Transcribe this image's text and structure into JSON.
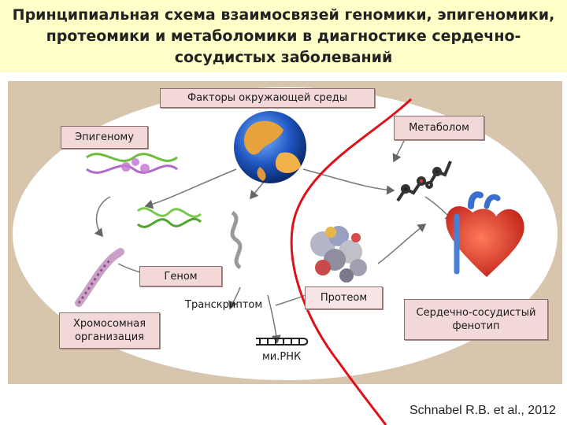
{
  "title": "Принципиальная схема взаимосвязей геномики, эпигеномики, протеомики и метаболомики в диагностике сердечно-сосудистых заболеваний",
  "labels": {
    "environment": "Факторы окружающей среды",
    "epigenome": "Эпигеному",
    "metabolome": "Метаболом",
    "genome": "Геном",
    "transcriptome": "Транскриптом",
    "proteome": "Протеом",
    "chromatin": "Хромосомная организация",
    "phenotype": "Сердечно-сосудистый фенотип",
    "mirna": "ми.РНК"
  },
  "citation": "Schnabel R.B. et al., 2012",
  "colors": {
    "header_bg": "#ffffc8",
    "frame_bg": "#d7c6ad",
    "box_fill": "#f3d8d8",
    "red_line": "#e0101a"
  },
  "icons": [
    "globe-icon",
    "dna-helix-icon",
    "chromosome-icon",
    "heart-icon",
    "protein-icon",
    "molecule-icon",
    "rna-icon"
  ]
}
